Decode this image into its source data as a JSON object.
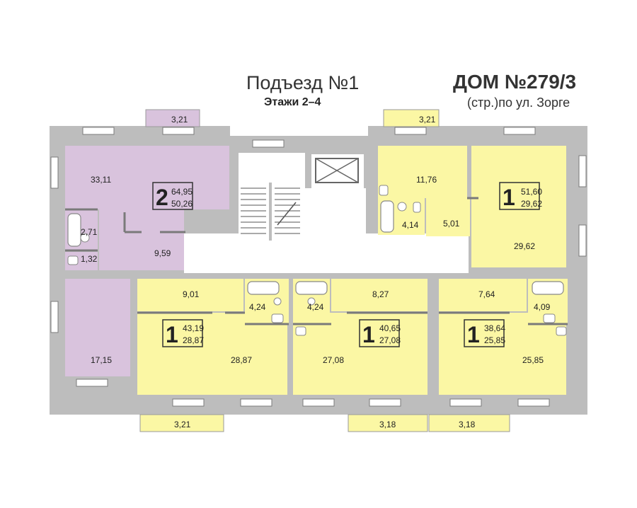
{
  "header": {
    "entrance": "Подъезд №1",
    "floors": "Этажи 2–4",
    "house": "ДОМ №279/3",
    "street": "(стр.)по ул. Зорге"
  },
  "colors": {
    "wall": "#bdbdbd",
    "apartment_two": "#d9c3dd",
    "apartment_one": "#fbf7a4",
    "corridor": "#ffffff",
    "text": "#222222",
    "badge_border": "#333333"
  },
  "apartments": {
    "two_room": {
      "rooms": "2",
      "total": "64,95",
      "living": "50,26"
    },
    "top_right": {
      "rooms": "1",
      "total": "51,60",
      "living": "29,62"
    },
    "bottom_left": {
      "rooms": "1",
      "total": "43,19",
      "living": "28,87"
    },
    "bottom_mid": {
      "rooms": "1",
      "total": "40,65",
      "living": "27,08"
    },
    "bottom_right": {
      "rooms": "1",
      "total": "38,64",
      "living": "25,85"
    }
  },
  "areas": {
    "a2_balcony": "3,21",
    "a2_big_room": "33,11",
    "a2_bath": "2,71",
    "a2_wc": "1,32",
    "a2_hall": "9,59",
    "a2_small_room": "17,15",
    "tr_balcony": "3,21",
    "tr_kitchen": "11,76",
    "tr_bath": "4,14",
    "tr_hall": "5,01",
    "tr_room": "29,62",
    "bl_hall": "9,01",
    "bl_bath": "4,24",
    "bl_room": "28,87",
    "bl_balcony": "3,21",
    "bm_bath": "4,24",
    "bm_hall": "8,27",
    "bm_room": "27,08",
    "bm_balcony": "3,18",
    "br_hall": "7,64",
    "br_bath": "4,09",
    "br_room": "25,85",
    "br_balcony": "3,18"
  }
}
